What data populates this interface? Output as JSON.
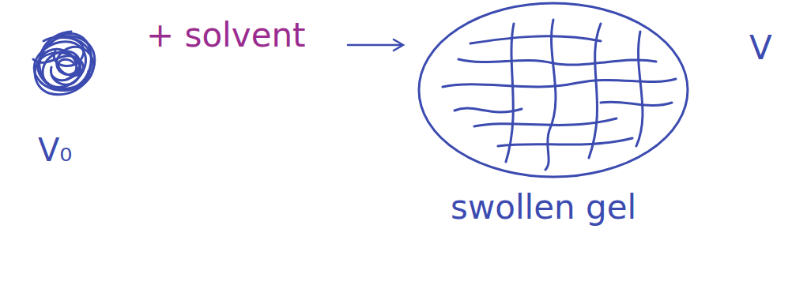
{
  "diagram": {
    "labels": [
      "V₀",
      "+ solvent",
      "swollen gel",
      "V"
    ]
  }
}
